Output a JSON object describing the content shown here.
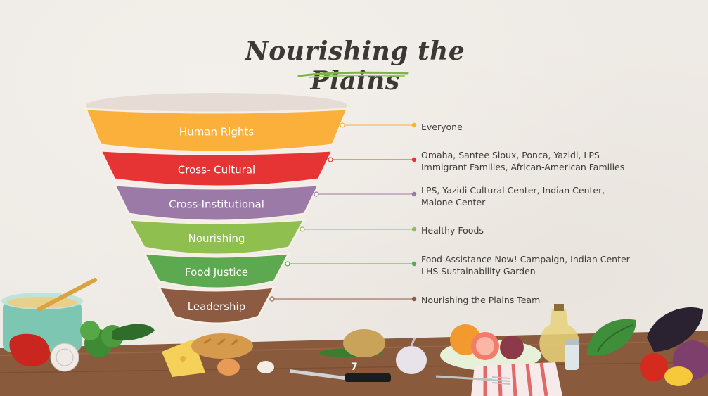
{
  "title": "Nourishing the Plains",
  "page_number": "7",
  "colors": {
    "background": "#eeeae5",
    "table": "#8a5a3c",
    "tiers": [
      "#fbb03b",
      "#e63333",
      "#9c7aa8",
      "#8fc04f",
      "#5ca94f",
      "#8d5a42"
    ],
    "connector_end_dots": [
      "#fbb03b",
      "#e63333",
      "#9c7aa8",
      "#8fc04f",
      "#5ca94f",
      "#8d5a42"
    ]
  },
  "funnel": {
    "tiers": [
      {
        "label": "Human Rights",
        "description": [
          "Everyone"
        ]
      },
      {
        "label": "Cross- Cultural",
        "description": [
          "Omaha, Santee Sioux, Ponca, Yazidi, LPS",
          "Immigrant Families, African-American Families"
        ]
      },
      {
        "label": "Cross-Institutional",
        "description": [
          "LPS, Yazidi Cultural Center, Indian Center,",
          "Malone Center"
        ]
      },
      {
        "label": "Nourishing",
        "description": [
          "Healthy Foods"
        ]
      },
      {
        "label": "Food Justice",
        "description": [
          "Food Assistance Now! Campaign, Indian Center",
          "LHS Sustainability Garden"
        ]
      },
      {
        "label": "Leadership",
        "description": [
          "Nourishing the Plains Team"
        ]
      }
    ]
  },
  "decor": {
    "icons": [
      "pot-icon",
      "pepper-icon",
      "onion-icon",
      "broccoli-icon",
      "zucchini-icon",
      "cheese-icon",
      "bread-icon",
      "egg-icon",
      "knife-icon",
      "potato-icon",
      "garlic-icon",
      "fruit-plate-icon",
      "oil-bottle-icon",
      "salt-shaker-icon",
      "greens-icon",
      "eggplant-icon",
      "cabbage-icon",
      "tomato-icon",
      "lemon-icon",
      "napkin-icon",
      "fork-icon"
    ]
  }
}
